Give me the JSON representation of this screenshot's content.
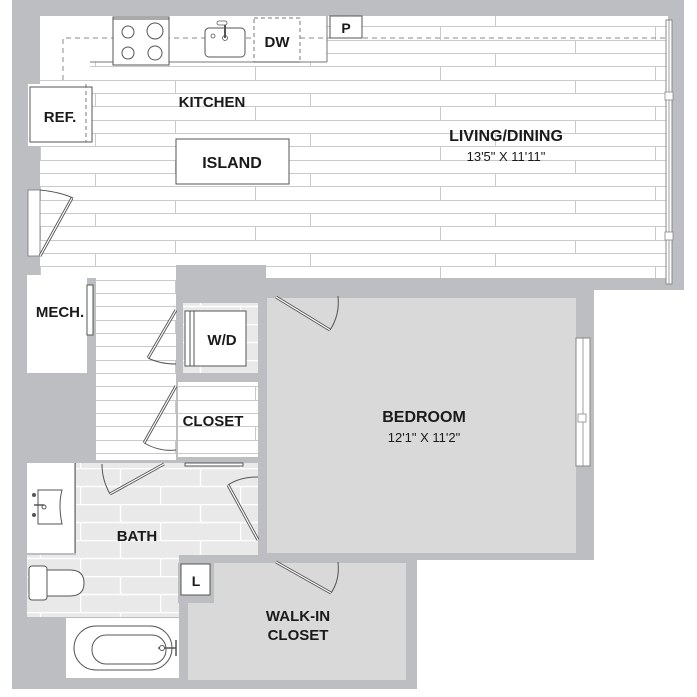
{
  "plan": {
    "colors": {
      "wall": "#bdbec1",
      "floor_wood": "#ffffff",
      "plank_line": "#c9cacc",
      "carpet": "#d9d9d9",
      "tile": "#e9e9ea",
      "fixture_stroke": "#555555",
      "text": "#1a1a1a"
    },
    "rooms": {
      "kitchen": {
        "label": "KITCHEN"
      },
      "living": {
        "label": "LIVING/DINING",
        "dimensions": "13'5\" X 11'11\""
      },
      "bedroom": {
        "label": "BEDROOM",
        "dimensions": "12'1\" X 11'2\""
      },
      "bath": {
        "label": "BATH"
      },
      "walkin": {
        "label_line1": "WALK-IN",
        "label_line2": "CLOSET"
      },
      "closet": {
        "label": "CLOSET"
      },
      "mech": {
        "label": "MECH."
      }
    },
    "fixtures": {
      "refrigerator": "REF.",
      "island": "ISLAND",
      "dishwasher": "DW",
      "pantry": "P",
      "washer_dryer": "W/D",
      "linen": "L",
      "cooktop_icon": "cooktop-icon",
      "sink_icon": "kitchen-sink-icon",
      "vanity_icon": "vanity-sink-icon",
      "toilet_icon": "toilet-icon",
      "tub_icon": "bathtub-icon"
    }
  }
}
